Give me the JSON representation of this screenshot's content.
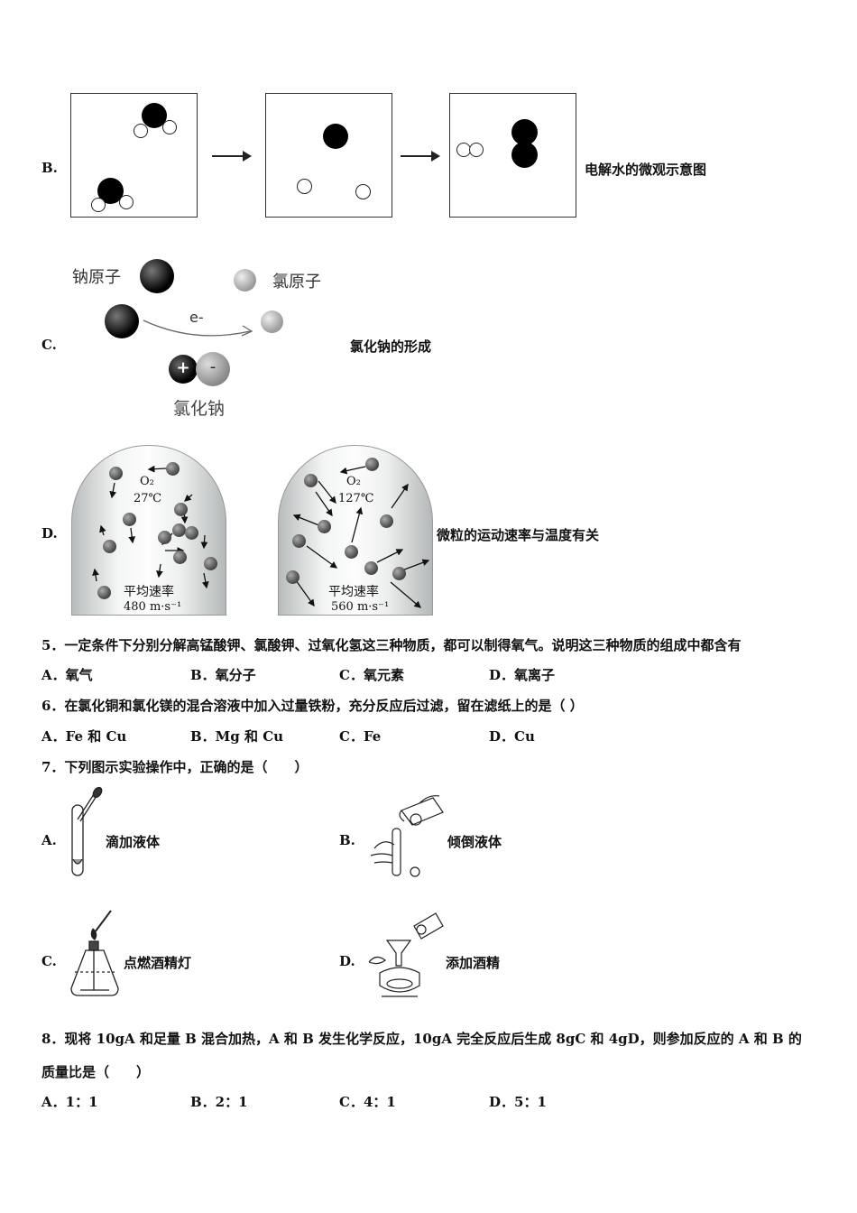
{
  "q4": {
    "opt_b": {
      "label": "B.",
      "caption": "电解水的微观示意图"
    },
    "opt_c": {
      "label": "C.",
      "caption": "氯化钠的形成",
      "sodium_atom": "钠原子",
      "chlorine_atom": "氯原子",
      "electron": "e-",
      "sodium_chloride": "氯化钠",
      "plus": "+",
      "minus": "-"
    },
    "opt_d": {
      "label": "D.",
      "caption": "微粒的运动速率与温度有关",
      "left": {
        "gas": "O₂",
        "temp": "27℃",
        "speed_label": "平均速率",
        "speed": "480 m·s⁻¹"
      },
      "right": {
        "gas": "O₂",
        "temp": "127℃",
        "speed_label": "平均速率",
        "speed": "560 m·s⁻¹"
      }
    }
  },
  "q5": {
    "stem": "5．一定条件下分别分解高锰酸钾、氯酸钾、过氧化氢这三种物质，都可以制得氧气。说明这三种物质的组成中都含有",
    "options": [
      "A．氧气",
      "B．氧分子",
      "C．氧元素",
      "D．氧离子"
    ]
  },
  "q6": {
    "stem": "6．在氯化铜和氯化镁的混合溶液中加入过量铁粉，充分反应后过滤，留在滤纸上的是（ ）",
    "options": [
      "A．Fe 和 Cu",
      "B．Mg 和 Cu",
      "C．Fe",
      "D．Cu"
    ]
  },
  "q7": {
    "stem": "7．下列图示实验操作中，正确的是（　　）",
    "options": [
      {
        "label": "A.",
        "caption": "滴加液体"
      },
      {
        "label": "B.",
        "caption": "倾倒液体"
      },
      {
        "label": "C.",
        "caption": "点燃酒精灯"
      },
      {
        "label": "D.",
        "caption": "添加酒精"
      }
    ]
  },
  "q8": {
    "stem_line1": "8．现将 10gA 和足量 B 混合加热，A 和 B 发生化学反应，10gA 完全反应后生成 8gC 和 4gD，则参加反应的 A 和 B 的",
    "stem_line2": "质量比是（　　）",
    "options": [
      "A．1：1",
      "B．2：1",
      "C．4：1",
      "D．5：1"
    ]
  }
}
